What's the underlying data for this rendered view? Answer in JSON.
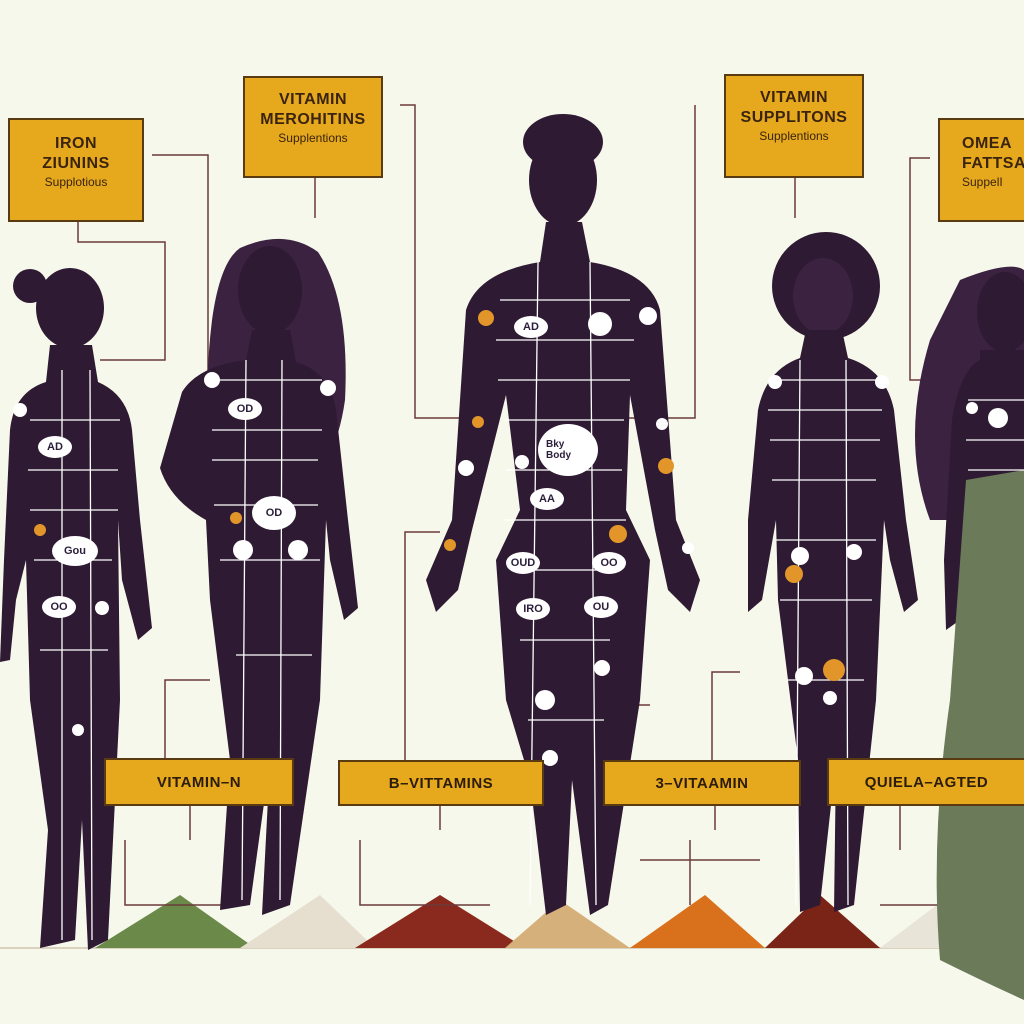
{
  "top_labels": [
    {
      "title_lines": [
        "IRON",
        "ZIUNINS"
      ],
      "subtitle": "Supplotious"
    },
    {
      "title_lines": [
        "VITAMIN",
        "MEROHITINS"
      ],
      "subtitle": "Supplentions"
    },
    {
      "title_lines": [
        "VITAMIN",
        "SUPPLITONS"
      ],
      "subtitle": "Supplentions"
    },
    {
      "title_lines": [
        "OMEA",
        "FATTSAIV"
      ],
      "subtitle": "SuppelI"
    }
  ],
  "bottom_labels": [
    "VITAMIN–N",
    "B–VITTAMINS",
    "3–VITAAMIN",
    "QUIELA–AGTED"
  ],
  "body_marks": {
    "center_belly": "Bky Body",
    "fig1_chest_left": "AD",
    "fig1_belly": "Gou",
    "fig1_thigh": "OO",
    "fig2_chest": "OD",
    "fig2_hip": "OD",
    "fig3_chest_left": "AD",
    "fig3_hip_left": "AA",
    "fig3_thigh_left": "OUD",
    "fig3_thigh_right": "OO",
    "fig3_knee_left": "IRO",
    "fig3_knee_right": "OU"
  },
  "colors": {
    "background": "#f7f8ec",
    "figure": "#2e1a32",
    "label_fill": "#e6a81c",
    "lines": "#ffffff",
    "leader": "#6b3a3a",
    "mounds": [
      "#6b8a4a",
      "#e6dfd0",
      "#8a2a1e",
      "#d6893a",
      "#d9701c",
      "#7a2418",
      "#e8e4d8"
    ]
  }
}
